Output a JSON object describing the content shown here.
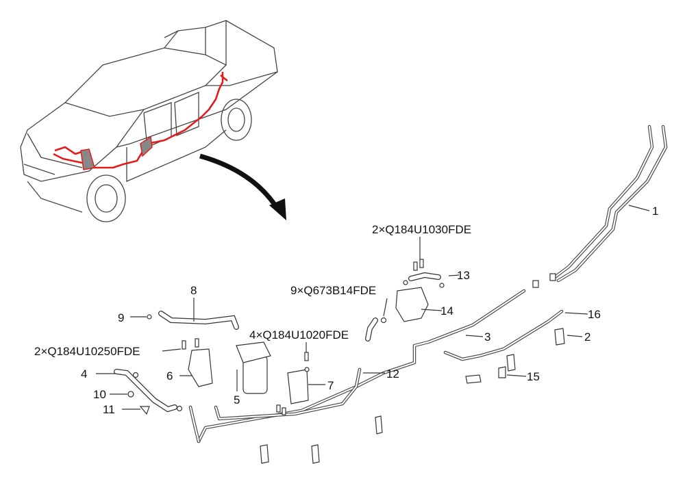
{
  "colors": {
    "harness": "#e41b1b",
    "line": "#333333",
    "text": "#111111"
  },
  "callouts": {
    "c1": "1",
    "c2": "2",
    "c3": "3",
    "c4": "4",
    "c5": "5",
    "c6": "6",
    "c7": "7",
    "c8": "8",
    "c9": "9",
    "c10": "10",
    "c11": "11",
    "c12": "12",
    "c13": "13",
    "c14": "14",
    "c15": "15",
    "c16": "16"
  },
  "fasteners": {
    "f13": "2×Q184U1030FDE",
    "f14": "9×Q673B14FDE",
    "f5": "4×Q184U1020FDE",
    "f6": "2×Q184U10250FDE"
  }
}
